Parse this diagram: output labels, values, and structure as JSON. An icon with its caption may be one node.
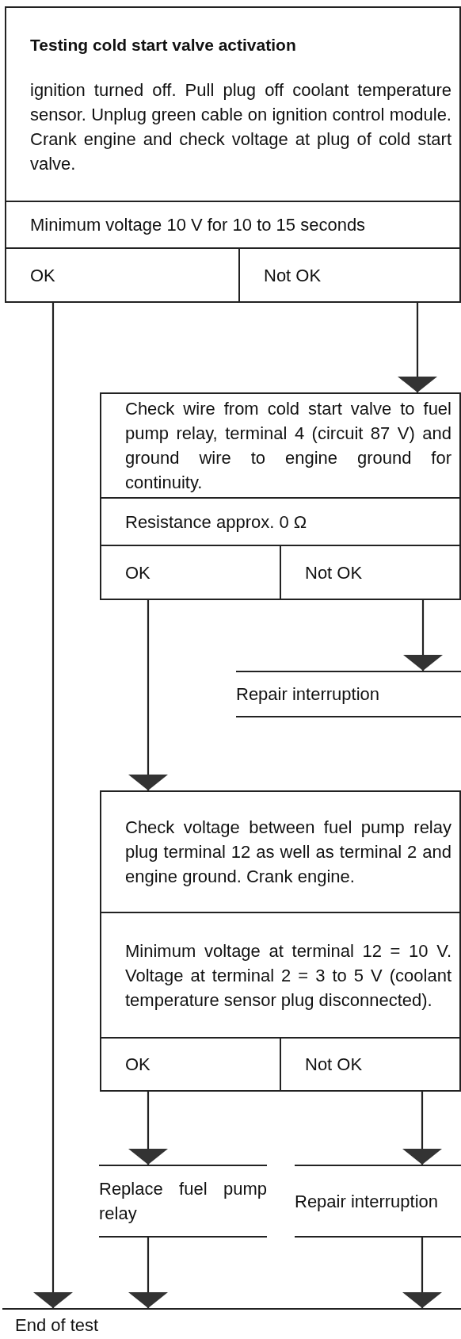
{
  "diagram": {
    "nodes": [
      {
        "text": [
          "Testing cold start valve activation",
          "ignition turned off. Pull plug off coolant temperature sensor. Unplug green cable on ignition control module. Crank engine and check voltage at plug of cold start valve."
        ]
      },
      {
        "text": [
          "Minimum voltage 10 V for 10 to 15 seconds"
        ]
      },
      {
        "text": [
          "OK"
        ]
      },
      {
        "text": [
          "Not OK"
        ]
      },
      {
        "text": [
          "Check wire from cold start valve to fuel pump relay, terminal 4 (circuit 87 V) and ground wire to engine ground for continuity."
        ]
      },
      {
        "text": [
          "Resistance approx. 0 Ω"
        ]
      },
      {
        "text": [
          "OK"
        ]
      },
      {
        "text": [
          "Not OK"
        ]
      },
      {
        "text": [
          "Repair interruption"
        ]
      },
      {
        "text": [
          "Check voltage between fuel pump relay plug terminal 12 as well as terminal 2 and engine ground. Crank engine."
        ]
      },
      {
        "text": [
          "Minimum voltage at terminal 12 = 10 V. Voltage at terminal 2 = 3 to 5 V (coolant temperature sensor plug disconnected)."
        ]
      },
      {
        "text": [
          "OK"
        ]
      },
      {
        "text": [
          "Not OK"
        ]
      },
      {
        "text": [
          "Replace fuel pump relay"
        ]
      },
      {
        "text": [
          "Repair interruption"
        ]
      },
      {
        "text": [
          "End of test"
        ]
      }
    ],
    "edges": [
      {
        "from": 2,
        "to": 15,
        "arrow": "to"
      },
      {
        "from": 3,
        "to": 4,
        "arrow": "to"
      },
      {
        "from": 6,
        "to": 9,
        "arrow": "to"
      },
      {
        "from": 7,
        "to": 8,
        "arrow": "to"
      },
      {
        "from": 11,
        "to": 13,
        "arrow": "to"
      },
      {
        "from": 12,
        "to": 14,
        "arrow": "to"
      },
      {
        "from": 13,
        "to": 15,
        "arrow": "to"
      },
      {
        "from": 14,
        "to": 15,
        "arrow": "to"
      }
    ]
  }
}
